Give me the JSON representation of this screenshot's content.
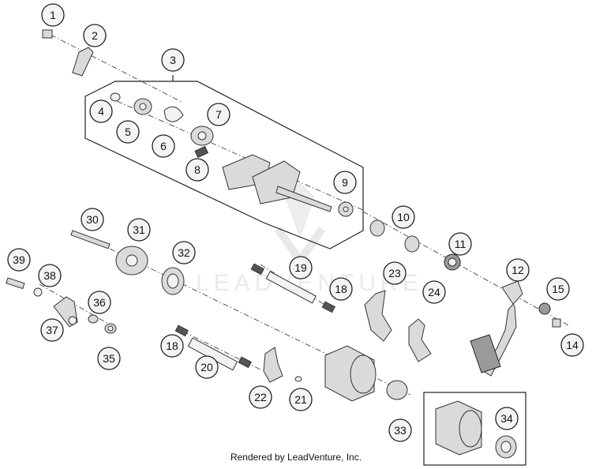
{
  "diagram": {
    "callouts": [
      "1",
      "2",
      "3",
      "4",
      "5",
      "6",
      "7",
      "8",
      "9",
      "10",
      "11",
      "12",
      "14",
      "15",
      "18",
      "18",
      "19",
      "20",
      "21",
      "22",
      "23",
      "24",
      "30",
      "31",
      "32",
      "33",
      "34",
      "35",
      "36",
      "37",
      "38",
      "39"
    ],
    "watermark": "LEADVENTURE",
    "credit": "Rendered by LeadVenture, Inc."
  }
}
